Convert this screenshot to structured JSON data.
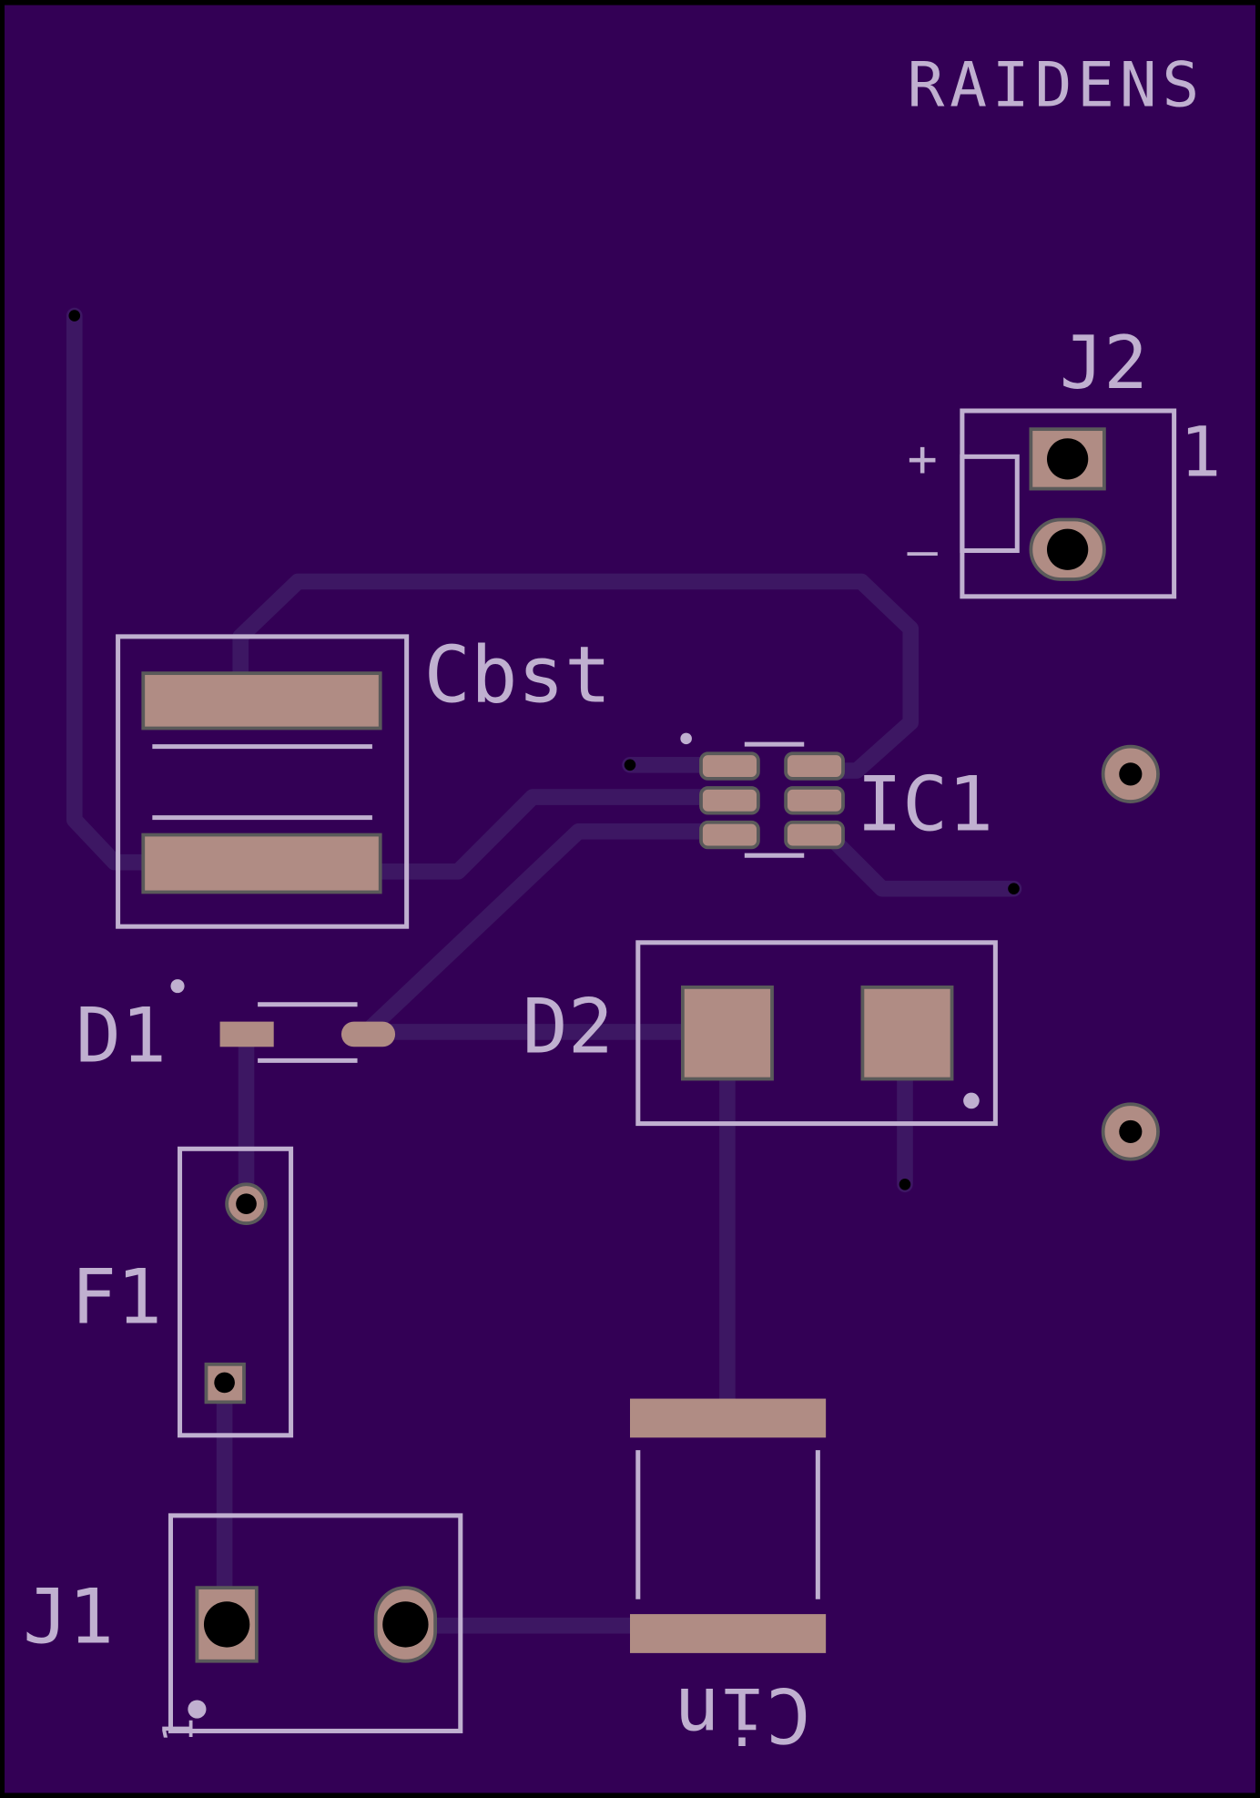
{
  "board": {
    "brand": "RAIDENS",
    "colors": {
      "board": "#330055",
      "trace": "#3d1763",
      "silkscreen": "#c0b0d0",
      "pad": "#b08c84"
    },
    "labels": {
      "j2": "J2",
      "j2_pin1": "1",
      "j2_plus": "+",
      "j2_minus": "–",
      "cbst": "Cbst",
      "ic1": "IC1",
      "d1": "D1",
      "d2": "D2",
      "f1": "F1",
      "j1": "J1",
      "j1_pin1": "1",
      "cin": "Cin"
    }
  }
}
